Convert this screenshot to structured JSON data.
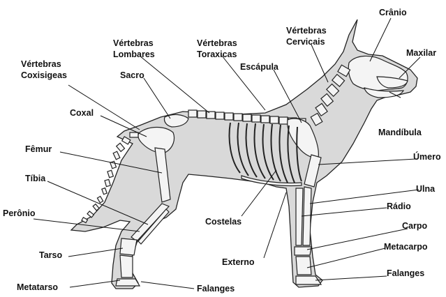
{
  "labels": {
    "vertebras_coxigeas": [
      "Vértebras",
      "Coxisigeas"
    ],
    "vertebras_lombares": [
      "Vértebras",
      "Lombares"
    ],
    "vertebras_toraxicas": [
      "Vértebras",
      "Toraxicas"
    ],
    "vertebras_cervicais": [
      "Vértebras",
      "Cervicais"
    ],
    "cranio": "Crânio",
    "maxilar": "Maxilar",
    "escapula": "Escápula",
    "sacro": "Sacro",
    "coxal": "Coxal",
    "femur": "Fêmur",
    "tibia": "Tíbia",
    "peronio": "Perônio",
    "tarso": "Tarso",
    "metatarso": "Metatarso",
    "falanges_posterior": "Falanges",
    "costelas": "Costelas",
    "externo": "Externo",
    "mandibula": "Mandíbula",
    "umero": "Úmero",
    "ulna": "Ulna",
    "radio": "Rádio",
    "carpo": "Carpo",
    "metacarpo": "Metacarpo",
    "falanges_anterior": "Falanges"
  }
}
